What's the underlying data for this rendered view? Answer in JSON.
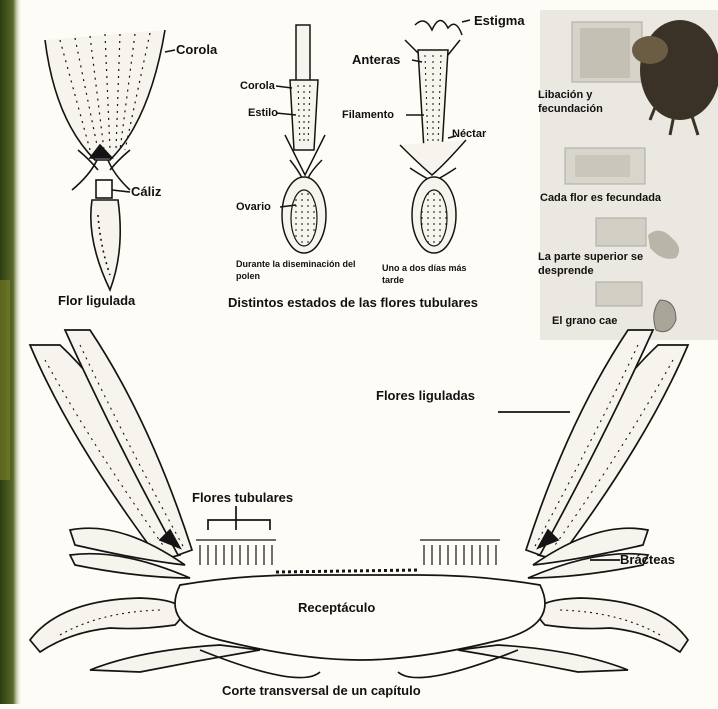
{
  "colors": {
    "bg": "#fdfcf6",
    "ink": "#141414",
    "leftstrip": "#3c4f1c",
    "leaf": "#f4f2e8",
    "photo": "#c9c6bc",
    "bee": "#3a3226"
  },
  "top_left": {
    "corola": "Corola",
    "caliz": "Cáliz",
    "caption": "Flor ligulada"
  },
  "top_mid": {
    "corola": "Corola",
    "estilo": "Estilo",
    "ovario": "Ovario",
    "anteras": "Anteras",
    "estigma": "Estigma",
    "filamento": "Filamento",
    "nectar": "Néctar",
    "stage1": "Durante la diseminación del polen",
    "stage2": "Uno a dos días más tarde",
    "caption": "Distintos estados de las flores tubulares"
  },
  "top_right": {
    "libacion": "Libación y fecundación",
    "cada": "Cada flor es fecundada",
    "parte": "La parte superior se desprende",
    "grano": "El grano cae"
  },
  "bottom": {
    "flores_liguladas": "Flores liguladas",
    "flores_tubulares": "Flores tubulares",
    "bracteas": "Brácteas",
    "receptaculo": "Receptáculo",
    "caption": "Corte transversal de un capítulo"
  }
}
